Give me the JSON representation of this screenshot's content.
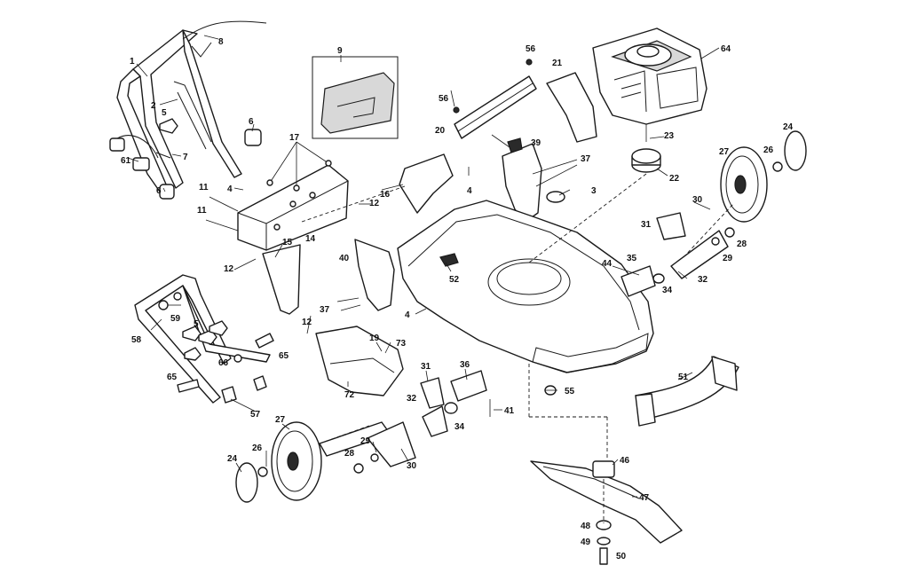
{
  "labels": {
    "p1": "1",
    "p2": "2",
    "p3": "3",
    "p4a": "4",
    "p4b": "4",
    "p4c": "4",
    "p5a": "5",
    "p5b": "5",
    "p6a": "6",
    "p6b": "6",
    "p7": "7",
    "p8": "8",
    "p9": "9",
    "p11a": "11",
    "p11b": "11",
    "p12a": "12",
    "p12b": "12",
    "p12c": "12",
    "p14": "14",
    "p15": "15",
    "p16": "16",
    "p17": "17",
    "p19": "19",
    "p20": "20",
    "p21": "21",
    "p22": "22",
    "p23": "23",
    "p24a": "24",
    "p24b": "24",
    "p26a": "26",
    "p26b": "26",
    "p27a": "27",
    "p27b": "27",
    "p28a": "28",
    "p28b": "28",
    "p29a": "29",
    "p29b": "29",
    "p30a": "30",
    "p30b": "30",
    "p31a": "31",
    "p31b": "31",
    "p32a": "32",
    "p32b": "32",
    "p34a": "34",
    "p34b": "34",
    "p35": "35",
    "p36": "36",
    "p37a": "37",
    "p37b": "37",
    "p39": "39",
    "p40": "40",
    "p41": "41",
    "p44": "44",
    "p46": "46",
    "p47": "47",
    "p48": "48",
    "p49": "49",
    "p50": "50",
    "p51": "51",
    "p52": "52",
    "p55": "55",
    "p56a": "56",
    "p56b": "56",
    "p57": "57",
    "p58": "58",
    "p59": "59",
    "p61": "61",
    "p64": "64",
    "p65a": "65",
    "p65b": "65",
    "p66": "66",
    "p72": "72",
    "p73": "73"
  }
}
